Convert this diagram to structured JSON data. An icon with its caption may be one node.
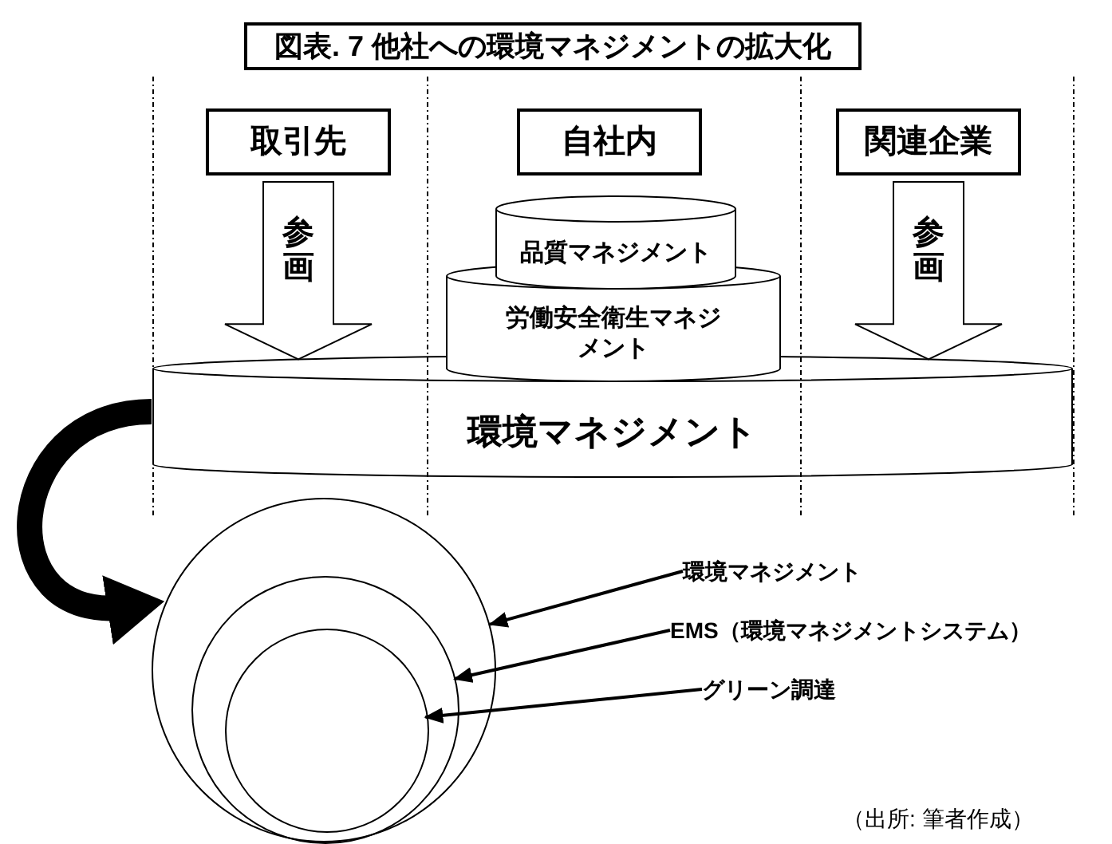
{
  "diagram": {
    "title": "図表. 7 他社への環境マネジメントの拡大化",
    "nodes": [
      {
        "text": [
          "取引先"
        ]
      },
      {
        "text": [
          "自社内"
        ]
      },
      {
        "text": [
          "関連企業"
        ]
      },
      {
        "text": [
          "品質マネジメント"
        ]
      },
      {
        "text": [
          "労働安全衛生マネジメント"
        ]
      },
      {
        "text": [
          "環境マネジメント"
        ]
      },
      {
        "text": [],
        "shape": "circle"
      },
      {
        "text": [],
        "shape": "circle",
        "in": 6
      },
      {
        "text": [],
        "shape": "circle",
        "in": 7
      },
      {
        "text": [
          "環境マネジメント"
        ]
      },
      {
        "text": [
          "EMS（環境マネジメントシステム）"
        ]
      },
      {
        "text": [
          "グリーン調達"
        ]
      }
    ],
    "edges": [
      {
        "from": 0,
        "to": 5,
        "arrow": "to",
        "label": "参画",
        "style": "thick",
        "color": "#ffffff"
      },
      {
        "from": 2,
        "to": 5,
        "arrow": "to",
        "label": "参画",
        "style": "thick",
        "color": "#ffffff"
      },
      {
        "from": 5,
        "to": 6,
        "arrow": "to",
        "style": "thick"
      },
      {
        "from": 9,
        "to": 6,
        "arrow": "to"
      },
      {
        "from": 10,
        "to": 7,
        "arrow": "to"
      },
      {
        "from": 11,
        "to": 8,
        "arrow": "to"
      }
    ],
    "labels": [
      "（出所: 筆者作成）"
    ]
  }
}
